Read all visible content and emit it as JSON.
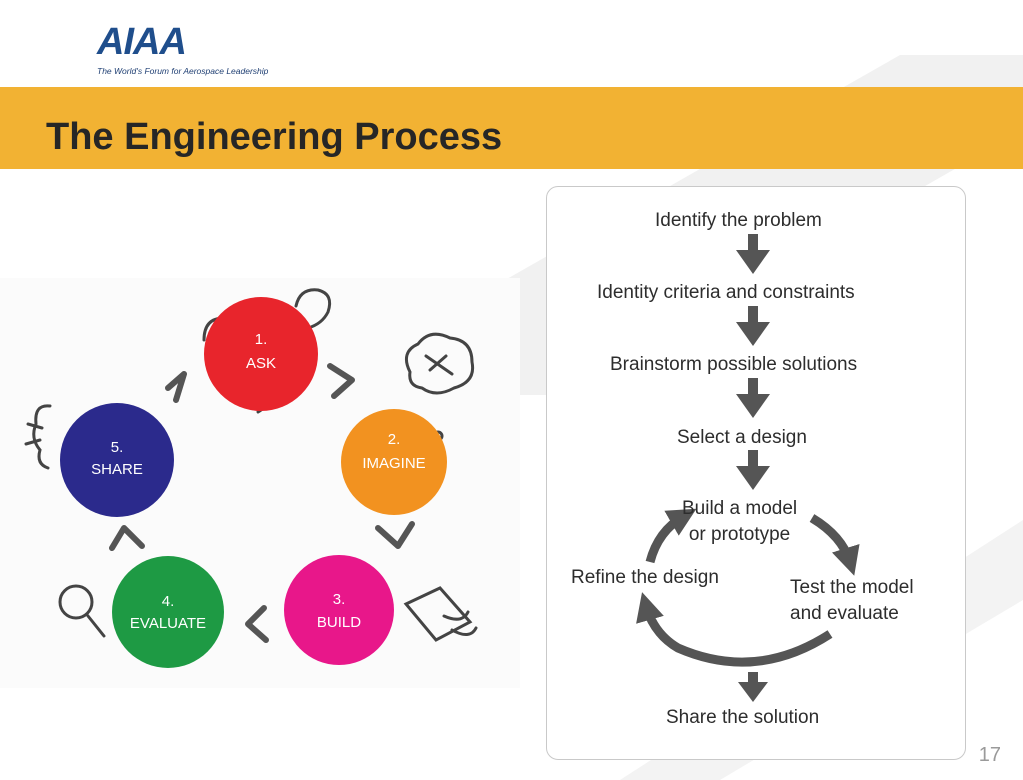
{
  "logo": {
    "wordmark": "AIAA",
    "tagline": "The World's Forum for Aerospace Leadership"
  },
  "title": "The Engineering Process",
  "cycle": {
    "stages": [
      {
        "number": "1.",
        "label": "ASK",
        "color": "#e8252c"
      },
      {
        "number": "2.",
        "label": "IMAGINE",
        "color": "#f29220"
      },
      {
        "number": "3.",
        "label": "BUILD",
        "color": "#e8178a"
      },
      {
        "number": "4.",
        "label": "EVALUATE",
        "color": "#1e9a44"
      },
      {
        "number": "5.",
        "label": "SHARE",
        "color": "#2b2a8c"
      }
    ]
  },
  "flow": {
    "steps": [
      "Identify the problem",
      "Identity criteria and constraints",
      "Brainstorm possible solutions",
      "Select a design"
    ],
    "loop": {
      "build_line1": "Build a model",
      "build_line2": "or prototype",
      "test_line1": "Test the model",
      "test_line2": "and evaluate",
      "refine": "Refine the design"
    },
    "final": "Share the solution",
    "arrow_color": "#555555"
  },
  "page_number": "17"
}
